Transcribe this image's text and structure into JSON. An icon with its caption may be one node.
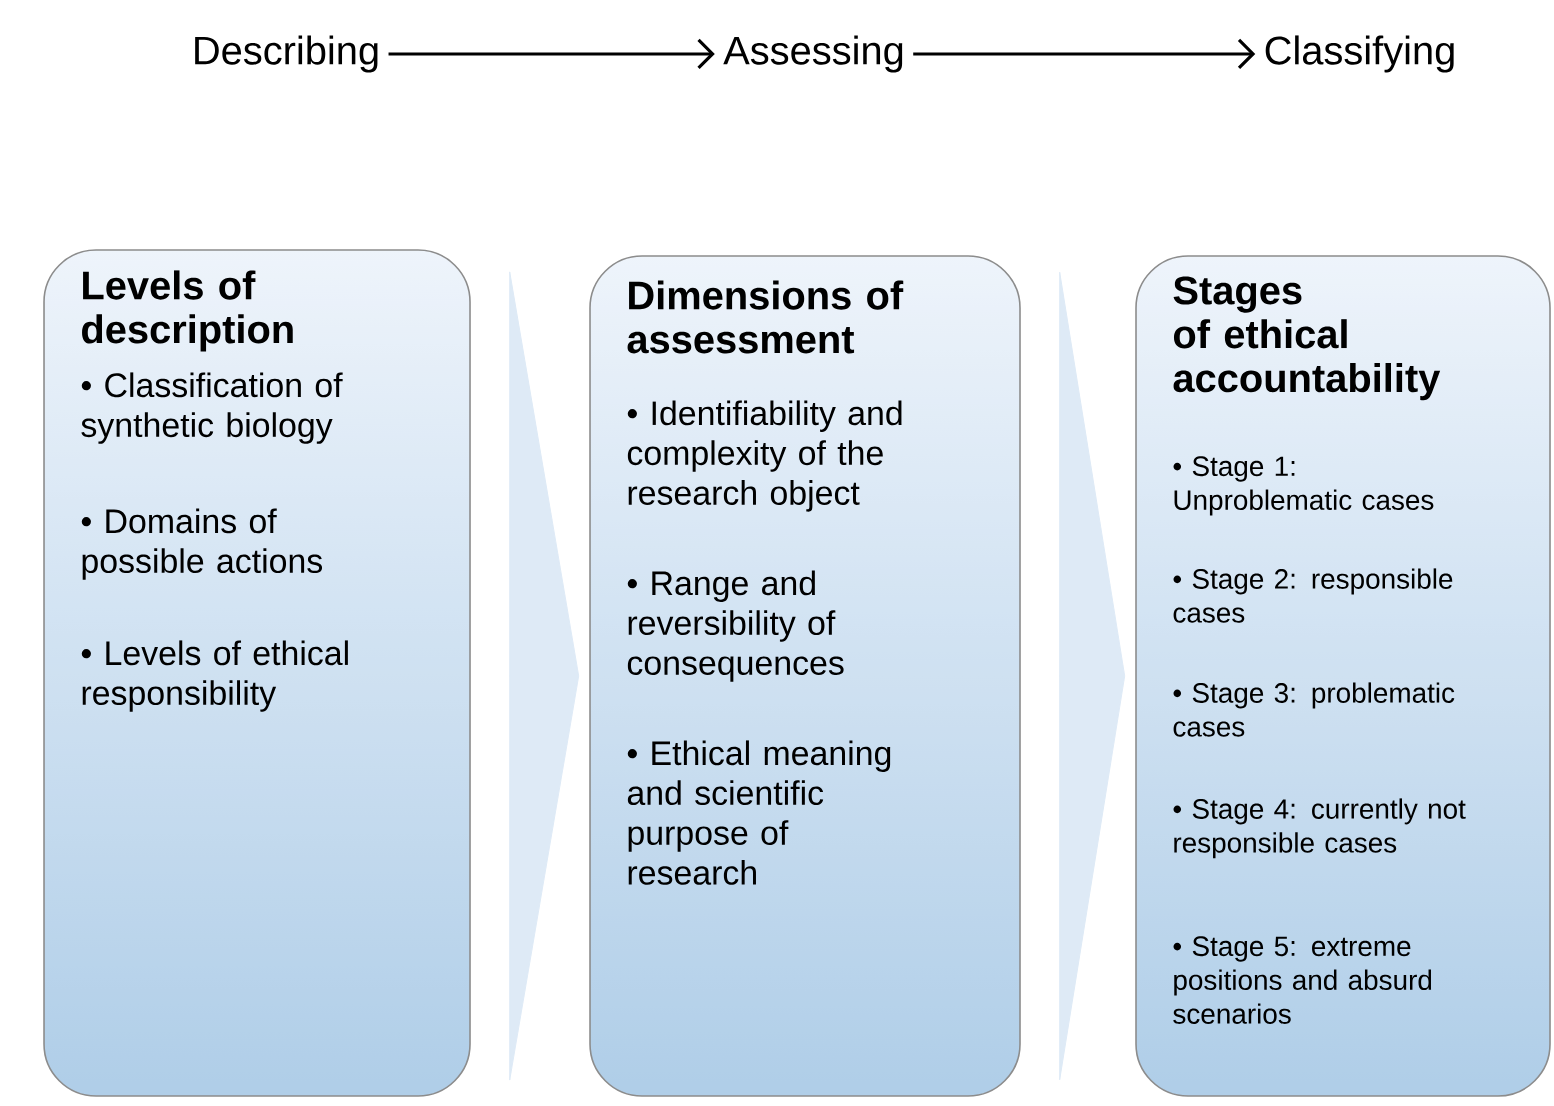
{
  "diagram": {
    "nodes": [
      {
        "text": [
          "Describing"
        ]
      },
      {
        "text": [
          "Assessing"
        ]
      },
      {
        "text": [
          "Classifying"
        ]
      },
      {
        "text": [
          "Levels of description",
          "• Classification of synthetic biology",
          "• Domains of possible actions",
          "• Levels of ethical responsibility"
        ]
      },
      {
        "text": [
          "Dimensions of assessment",
          "• Identifiability and complexity of the research object",
          "• Range and reversibility of consequences",
          "• Ethical meaning and scientific purpose of research"
        ]
      },
      {
        "text": [
          "Stages of ethical accountability",
          "• Stage 1: Unproblematic cases",
          "• Stage 2: responsible cases",
          "• Stage 3: problematic cases",
          "• Stage 4: currently not responsible cases",
          "• Stage 5: extreme positions and absurd scenarios"
        ]
      }
    ],
    "edges": [
      {
        "from": 0,
        "to": 1,
        "arrow": "to"
      },
      {
        "from": 1,
        "to": 2,
        "arrow": "to"
      },
      {
        "from": 3,
        "to": 4,
        "arrow": "to"
      },
      {
        "from": 4,
        "to": 5,
        "arrow": "to"
      }
    ]
  }
}
